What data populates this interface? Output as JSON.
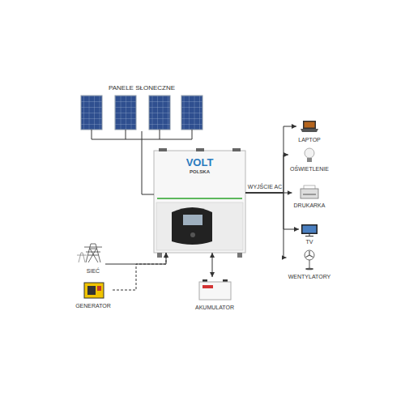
{
  "diagram": {
    "nodes": [
      {
        "text": [
          "PANELE SŁONECZNE"
        ]
      },
      {
        "text": [
          "VOLT",
          "POLSKA"
        ]
      },
      {
        "text": [
          "LAPTOP"
        ]
      },
      {
        "text": [
          "OŚWIETLENIE"
        ]
      },
      {
        "text": [
          "DRUKARKA"
        ]
      },
      {
        "text": [
          "TV"
        ]
      },
      {
        "text": [
          "WENTYLATORY"
        ]
      },
      {
        "text": [
          "SIEĆ"
        ]
      },
      {
        "text": [
          "GENERATOR"
        ]
      },
      {
        "text": [
          "AKUMULATOR"
        ]
      }
    ],
    "edges": [
      {
        "from": 0,
        "to": 1,
        "arrow": "none"
      },
      {
        "from": 1,
        "to": 2,
        "arrow": "to"
      },
      {
        "from": 1,
        "to": 3,
        "arrow": "to"
      },
      {
        "from": 1,
        "to": 4,
        "label": "WYJŚCIE AC",
        "arrow": "to"
      },
      {
        "from": 1,
        "to": 5,
        "arrow": "to"
      },
      {
        "from": 1,
        "to": 6,
        "arrow": "to"
      },
      {
        "from": 7,
        "to": 1,
        "arrow": "to"
      },
      {
        "from": 8,
        "to": 1,
        "arrow": "to"
      },
      {
        "from": 1,
        "to": 9,
        "arrow": "both"
      }
    ]
  }
}
